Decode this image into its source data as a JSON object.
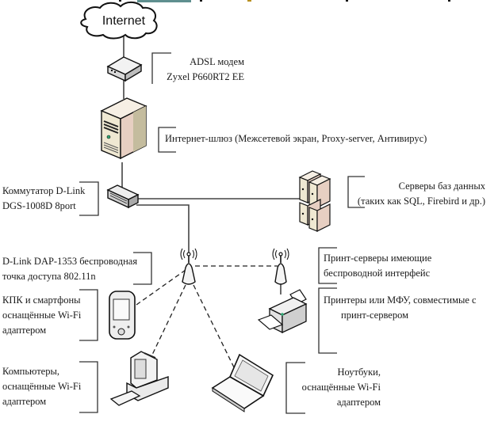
{
  "cloud": {
    "label": "Internet"
  },
  "labels": {
    "modem": [
      "ADSL модем",
      "Zyxel P660RT2 EE"
    ],
    "gateway": "Интернет-шлюз (Межсетевой экран, Proxy-server, Антивирус)",
    "switch": [
      "Коммутатор D-Link",
      "DGS-1008D 8port"
    ],
    "db_servers": [
      "Серверы баз данных",
      "(таких как SQL, Firebird и др.)"
    ],
    "access_point": [
      "D-Link DAP-1353 беспроводная",
      "точка доступа 802.11n"
    ],
    "print_servers": [
      "Принт-серверы имеющие",
      "беспроводной  интерфейс"
    ],
    "printers": [
      "Принтеры или МФУ, совместимые с",
      "принт-сервером"
    ],
    "pda": [
      "КПК и смартфоны",
      "оснащённые Wi-Fi",
      "адаптером"
    ],
    "computers": [
      "Компьютеры,",
      "оснащённые Wi-Fi",
      "адаптером"
    ],
    "laptops": [
      "Ноутбуки,",
      "оснащённые Wi-Fi",
      "адаптером"
    ]
  },
  "colors": {
    "line": "#444444",
    "dash": "#222222",
    "bracket": "#333333",
    "device_face": "#f3eee2",
    "device_side": "#c9c2a8",
    "device_pink": "#f1d9cf",
    "top_bar_accent": "#5f8f8f"
  }
}
